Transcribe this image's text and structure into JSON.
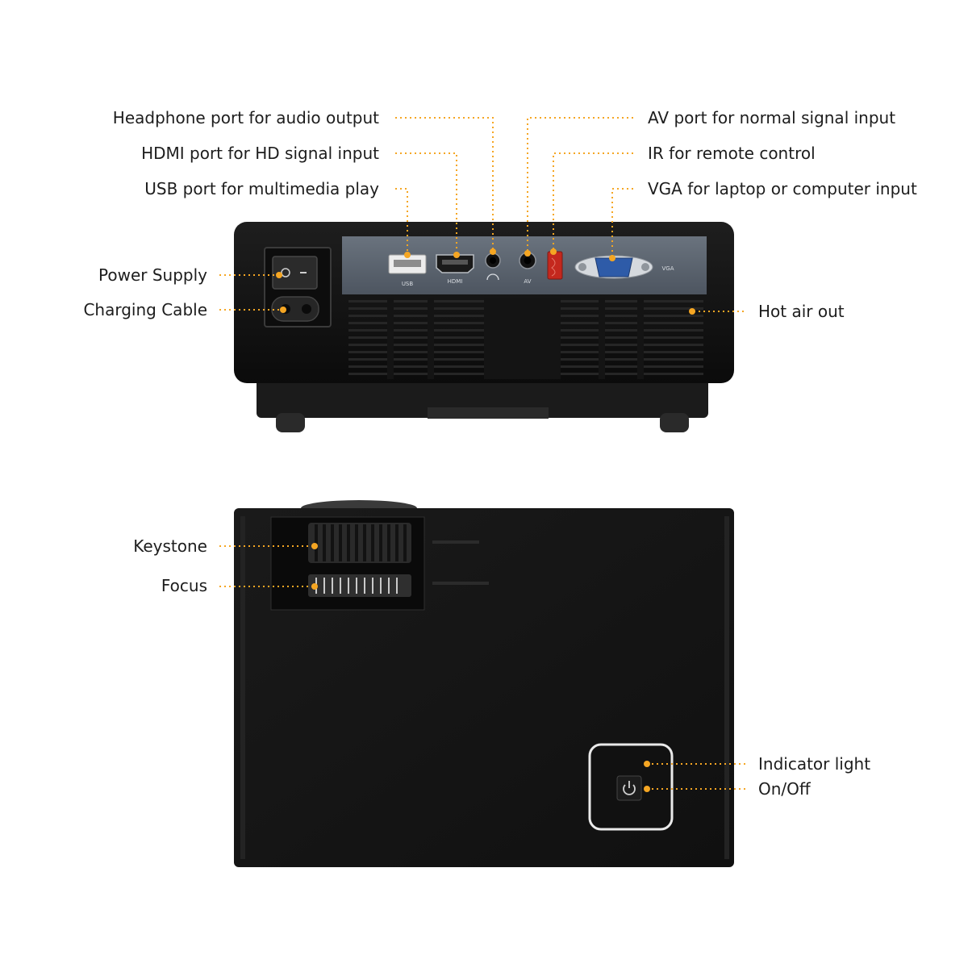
{
  "back_panel": {
    "callouts": {
      "headphone": "Headphone port for audio output",
      "hdmi": "HDMI port for HD signal input",
      "usb": "USB port for multimedia play",
      "av": "AV port for normal signal input",
      "ir": "IR for remote control",
      "vga": "VGA for laptop or computer input",
      "power_supply": "Power Supply",
      "charging_cable": "Charging Cable",
      "hot_air": "Hot air out"
    },
    "port_markings": {
      "usb": "USB",
      "hdmi": "HDMI",
      "av": "AV",
      "vga": "VGA"
    }
  },
  "top_panel": {
    "callouts": {
      "keystone": "Keystone",
      "focus": "Focus",
      "indicator": "Indicator light",
      "onoff": "On/Off"
    }
  },
  "colors": {
    "accent": "#f5a623",
    "body": "#141414",
    "panel": "#5b6470"
  }
}
